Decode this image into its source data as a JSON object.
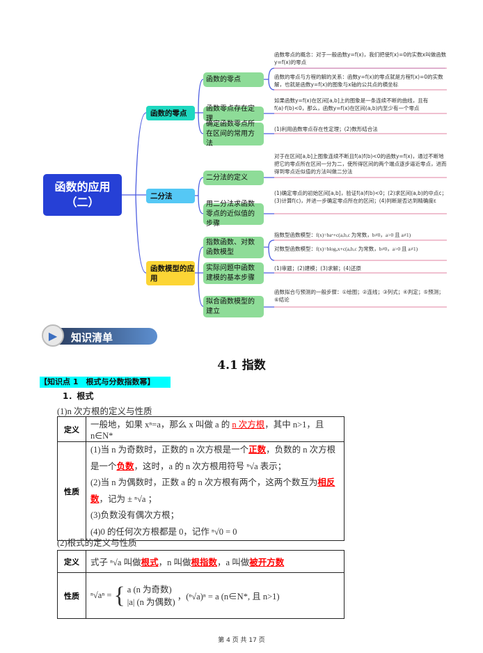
{
  "mindmap": {
    "root": "函数的应用（二）",
    "root_line1": "函数的应用",
    "root_line2": "（二）",
    "branches": [
      {
        "label": "函数的零点",
        "color": "#1ed8c0",
        "children": [
          {
            "label": "函数的零点",
            "notes": [
              "函数零点的概念：对于一般函数y=f(x)，我们把使f(x)=0的实数x叫做函数y=f(x)的零点",
              "函数的零点与方程的解的关系：函数y=f(x)的零点就是方程f(x)=0的实数解，也就是函数y=f(x)的图象与x轴的公共点的横坐标"
            ]
          },
          {
            "label": "函数零点存在定理",
            "notes": [
              "如果函数y=f(x)在区间[a,b]上的图象是一条连续不断的曲线，且有f(a)·f(b)<0，那么，函数y=f(x)在区间(a,b)内至少有一个零点"
            ]
          },
          {
            "label": "确定函数零点所在区间的常用方法",
            "notes": [
              "(1)利用函数零点存在性定理；(2)数形结合法"
            ]
          }
        ]
      },
      {
        "label": "二分法",
        "color": "#55c8f5",
        "children": [
          {
            "label": "二分法的定义",
            "notes": [
              "对于在区间[a,b]上图象连续不断且f(a)f(b)<0的函数y=f(x)，通过不断地把它的零点所在区间一分为二，使所得区间的两个端点逐步逼近零点，进而得到零点近似值的方法叫做二分法"
            ]
          },
          {
            "label": "用二分法求函数零点的近似值的步骤",
            "notes": [
              "(1)确定零点的初始区间[a,b]，验证f(a)f(b)<0；(2)求区间(a,b)的中点c；(3)计算f(c)，并进一步确定零点所在的区间；(4)判断是否达到精确度ε"
            ]
          }
        ]
      },
      {
        "label": "函数模型的应用",
        "color": "#fcd535",
        "children": [
          {
            "label": "指数函数、对数函数模型",
            "notes": [
              "指数型函数模型：f(x)=baˣ+c(a,b,c 为常数，b≠0，a>0 且 a≠1)",
              "对数型函数模型：f(x)=blogₐx+c(a,b,c 为常数，b≠0，a>0 且 a≠1)"
            ]
          },
          {
            "label": "实际问题中函数建模的基本步骤",
            "notes": [
              "(1)审题；(2)建模；(3)求解；(4)还原"
            ]
          },
          {
            "label": "拟合函数模型的建立",
            "notes": [
              "函数拟合与预测的一般步骤：①绘图；②连线；③列式；④判定；⑤预测；⑥结论"
            ]
          }
        ]
      }
    ]
  },
  "banner": "知识清单",
  "section_title": "4.1  指数",
  "knowledge_point": "【知识点 1　根式与分数指数幂】",
  "heading1": "1．根式",
  "sub1": "(1)n 次方根的定义与性质",
  "table1": {
    "def_label": "定义",
    "def": [
      "一般地，如果 xⁿ=a，那么 x 叫做 a 的 ",
      "n 次方根",
      "，其中 n>1，且 n∈N*"
    ],
    "prop_label": "性质",
    "props": [
      [
        "(1)当 n 为奇数时，正数的 n 次方根是一个",
        "正数",
        "，负数的 n 次方根是一个",
        "负数",
        "，这时，a 的 n 次方根用符号 ⁿ√a 表示；"
      ],
      [
        "(2)当 n 为偶数时，正数 a 的 n 次方根有两个，这两个数互为",
        "相反数",
        "，记为 ± ⁿ√a ；"
      ],
      [
        "(3)负数没有偶次方根；"
      ],
      [
        "(4)0 的任何次方根都是 0，记作 ⁿ√0 = 0"
      ]
    ]
  },
  "sub2": "(2)根式的定义与性质",
  "table2": {
    "def_label": "定义",
    "def": [
      "式子 ⁿ√a 叫做",
      "根式",
      "，n 叫做",
      "根指数",
      "，a 叫做",
      "被开方数"
    ],
    "prop_label": "性质",
    "prop_lhs": "ⁿ√aⁿ =",
    "case1": "a (n 为奇数)",
    "case2": "|a| (n 为偶数)",
    "prop_rhs": "，(ⁿ√a)ⁿ = a (n∈N*, 且 n>1)"
  },
  "footer": "第 4 页 共 17 页"
}
